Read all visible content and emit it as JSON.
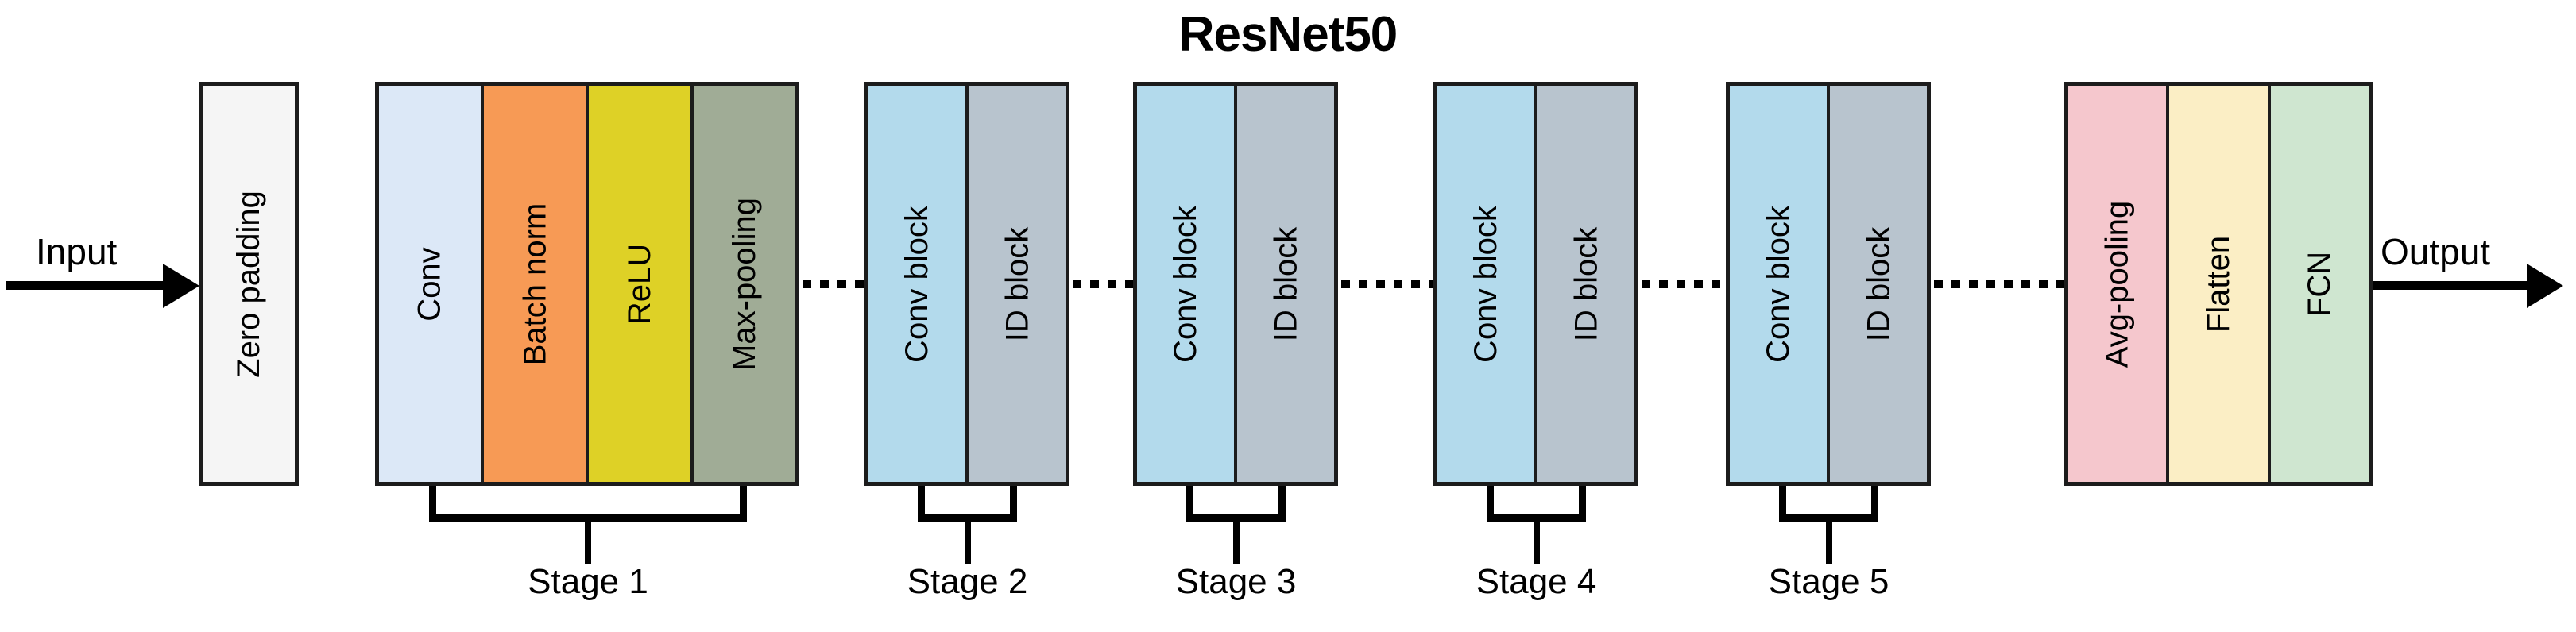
{
  "title": "ResNet50",
  "io": {
    "input_label": "Input",
    "output_label": "Output"
  },
  "colors": {
    "border": "#1c1c1c",
    "zero_padding": "#f5f5f5",
    "conv": "#dce8f7",
    "batch_norm": "#f79a55",
    "relu": "#ded126",
    "max_pooling": "#a0ac96",
    "conv_block": "#b3daec",
    "id_block": "#b8c4ce",
    "avg_pooling": "#f5c7cd",
    "flatten": "#fbeec5",
    "fcn": "#cfe6d0"
  },
  "groups": [
    {
      "id": "zero-padding-group",
      "blocks": [
        {
          "label": "Zero padding",
          "color": "#f5f5f5"
        }
      ]
    },
    {
      "id": "stage1-group",
      "blocks": [
        {
          "label": "Conv",
          "color": "#dce8f7"
        },
        {
          "label": "Batch norm",
          "color": "#f79a55"
        },
        {
          "label": "ReLU",
          "color": "#ded126"
        },
        {
          "label": "Max-pooling",
          "color": "#a0ac96"
        }
      ]
    },
    {
      "id": "stage2-group",
      "blocks": [
        {
          "label": "Conv block",
          "color": "#b3daec"
        },
        {
          "label": "ID block",
          "color": "#b8c4ce"
        }
      ]
    },
    {
      "id": "stage3-group",
      "blocks": [
        {
          "label": "Conv block",
          "color": "#b3daec"
        },
        {
          "label": "ID block",
          "color": "#b8c4ce"
        }
      ]
    },
    {
      "id": "stage4-group",
      "blocks": [
        {
          "label": "Conv block",
          "color": "#b3daec"
        },
        {
          "label": "ID block",
          "color": "#b8c4ce"
        }
      ]
    },
    {
      "id": "stage5-group",
      "blocks": [
        {
          "label": "Conv block",
          "color": "#b3daec"
        },
        {
          "label": "ID block",
          "color": "#b8c4ce"
        }
      ]
    },
    {
      "id": "head-group",
      "blocks": [
        {
          "label": "Avg-pooling",
          "color": "#f5c7cd"
        },
        {
          "label": "Flatten",
          "color": "#fbeec5"
        },
        {
          "label": "FCN",
          "color": "#cfe6d0"
        }
      ]
    }
  ],
  "stages": [
    {
      "label": "Stage 1"
    },
    {
      "label": "Stage 2"
    },
    {
      "label": "Stage 3"
    },
    {
      "label": "Stage 4"
    },
    {
      "label": "Stage 5"
    }
  ]
}
